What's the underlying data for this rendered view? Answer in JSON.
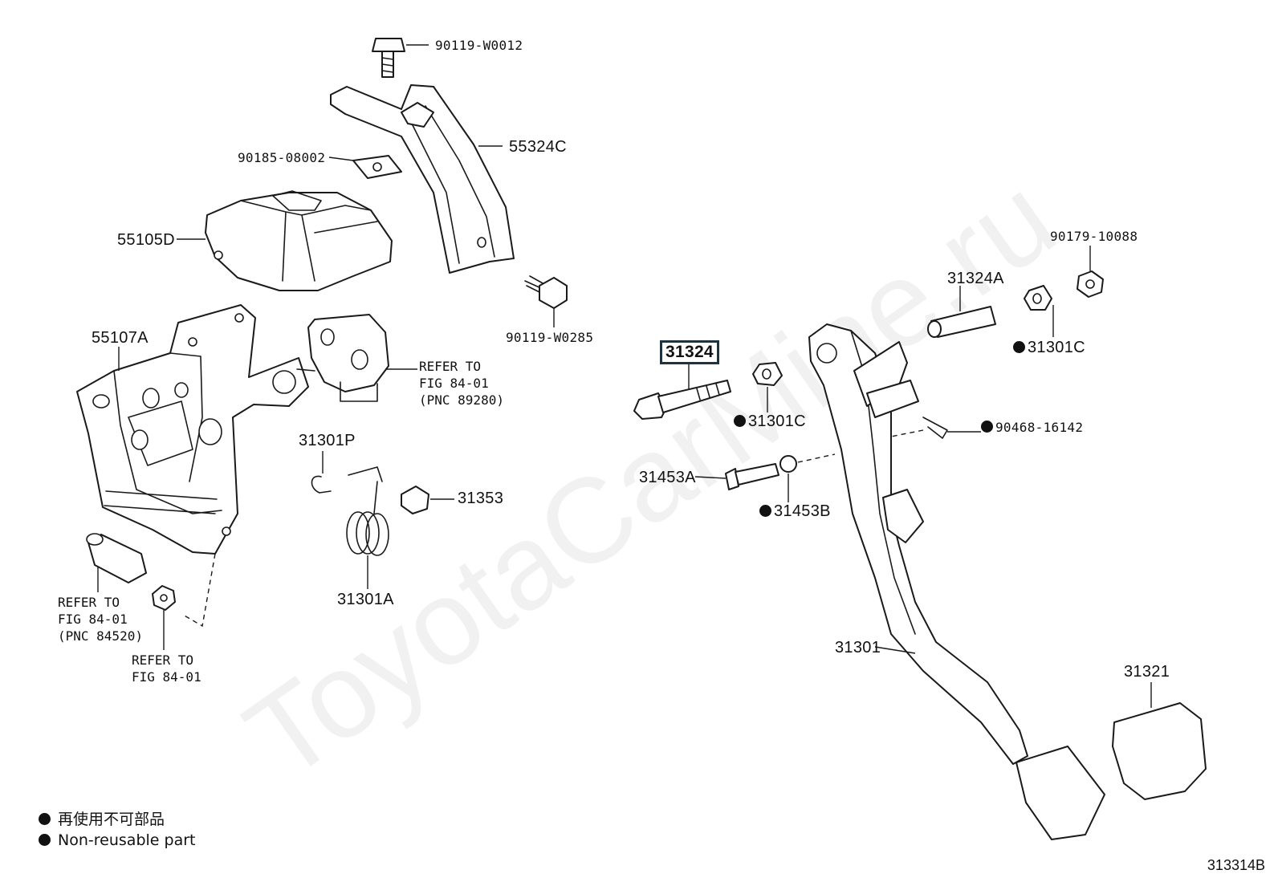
{
  "watermark": "ToyotaCarMine.ru",
  "highlight_color": "#1e3340",
  "parts": {
    "p90119_w0012": "90119-W0012",
    "p55324c": "55324C",
    "p90185_08002": "90185-08002",
    "p55105d": "55105D",
    "p90119_w0285": "90119-W0285",
    "p55107a": "55107A",
    "p31324": "31324",
    "p31301c_a": "31301C",
    "p31301c_b": "31301C",
    "p31324a": "31324A",
    "p90179_10088": "90179-10088",
    "p90468_16142": "90468-16142",
    "p31453a": "31453A",
    "p31453b": "31453B",
    "p31301p": "31301P",
    "p31353": "31353",
    "p31301a": "31301A",
    "p31301": "31301",
    "p31321": "31321"
  },
  "refs": {
    "r1": [
      "REFER TO",
      "FIG 84-01",
      "(PNC 89280)"
    ],
    "r2": [
      "REFER TO",
      "FIG 84-01",
      "(PNC 84520)"
    ],
    "r3": [
      "REFER TO",
      "FIG 84-01"
    ]
  },
  "legend": {
    "line1": "再使用不可部品",
    "line2": "Non-reusable part"
  },
  "illustration_code": "313314B",
  "icons": {
    "non_reusable_marker": "filled-circle-icon"
  }
}
